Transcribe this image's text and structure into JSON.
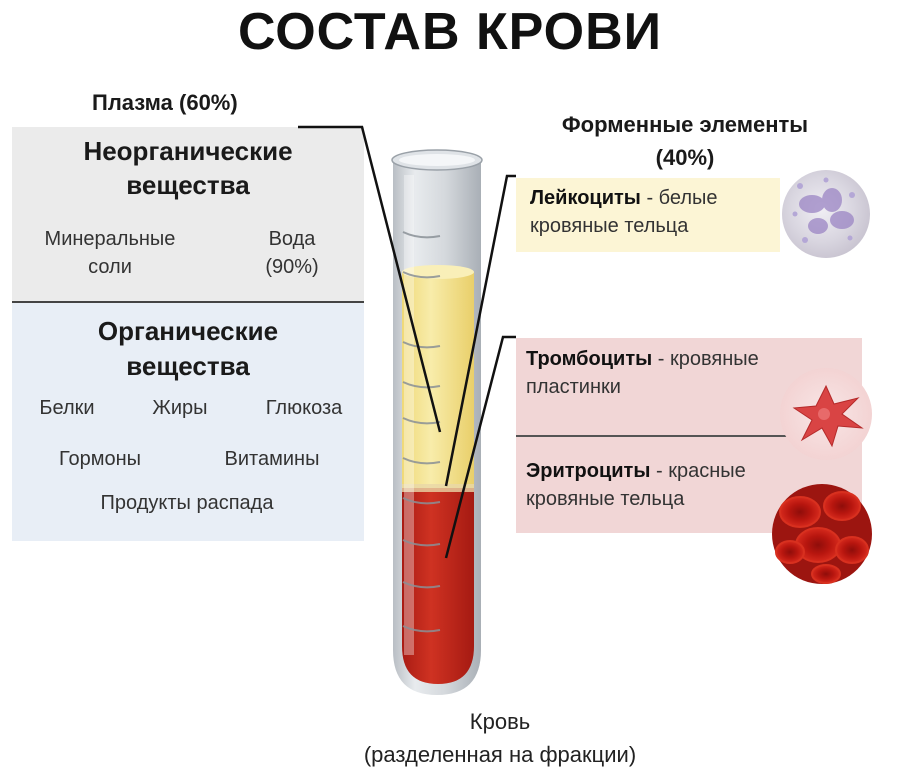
{
  "title": "СОСТАВ КРОВИ",
  "plasma": {
    "heading": "Плазма (60%)",
    "inorganic": {
      "title_line1": "Неорганические",
      "title_line2": "вещества",
      "item1_line1": "Минеральные",
      "item1_line2": "соли",
      "item2_line1": "Вода",
      "item2_line2": "(90%)"
    },
    "organic": {
      "title_line1": "Органические",
      "title_line2": "вещества",
      "items": [
        "Белки",
        "Жиры",
        "Глюкоза",
        "Гормоны",
        "Витамины",
        "Продукты распада"
      ]
    }
  },
  "formed": {
    "heading_line1": "Форменные элементы",
    "heading_line2": "(40%)",
    "cells": [
      {
        "name": "Лейкоциты",
        "desc_line1": "- белые",
        "desc_line2": "кровяные тельца"
      },
      {
        "name": "Тромбоциты",
        "desc_line1": "- кровяные",
        "desc_line2": "пластинки"
      },
      {
        "name": "Эритроциты",
        "desc_line1": "- красные",
        "desc_line2": "кровяные тельца"
      }
    ]
  },
  "tube_label": {
    "line1": "Кровь",
    "line2": "(разделенная на фракции)"
  },
  "colors": {
    "plasma": "#f6e79a",
    "blood": "#c5281e",
    "leukocyte_band": "#fcf5d5",
    "cells_band": "#f1d6d6"
  }
}
